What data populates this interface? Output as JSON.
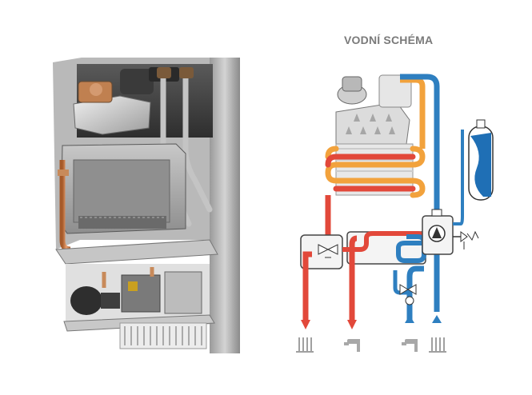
{
  "diagram": {
    "title": "VODNÍ SCHÉMA",
    "colors": {
      "hot_water_red": "#e2483a",
      "cold_water_blue": "#2e7fc0",
      "primary_orange": "#f2a23c",
      "metal_grey": "#b8b8b8",
      "outline_dark": "#4a4a4a",
      "expansion_vessel_blue": "#1f6fb5"
    },
    "outlets": [
      "heating-flow",
      "domestic-hot-water",
      "domestic-cold-water",
      "heating-return"
    ],
    "illustration": "boiler-cutaway-photo"
  }
}
